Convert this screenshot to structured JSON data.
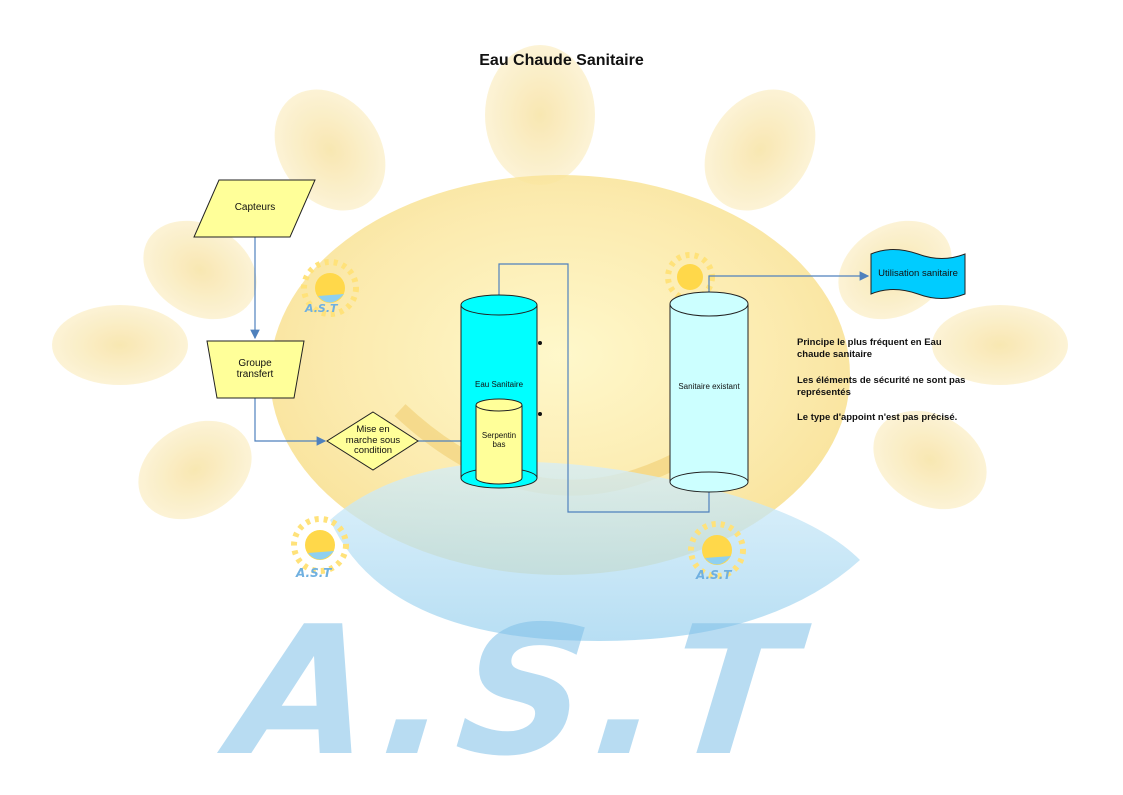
{
  "title": "Eau Chaude Sanitaire",
  "nodes": {
    "capteurs": "Capteurs",
    "groupe_transfert": "Groupe transfert",
    "mise_en_marche": "Mise en marche sous condition",
    "eau_sanitaire": "Eau Sanitaire",
    "serpentin": "Serpentin bas",
    "sanitaire_existant": "Sanitaire existant",
    "utilisation": "Utilisation sanitaire"
  },
  "notes": [
    "Principe le plus fréquent en Eau chaude sanitaire",
    "Les éléments de sécurité ne sont pas représentés",
    "Le type d'appoint n'est pas précisé."
  ],
  "watermark": {
    "logo_text": "A.S.T",
    "small_logo_text": "A.S.T"
  },
  "colors": {
    "yellow_fill": "#ffff99",
    "cyan_tank": "#00ffff",
    "light_tank": "#ccffff",
    "serpentin_fill": "#ffff99",
    "connector": "#4f81bd",
    "utilisation_fill": "#00ccff"
  }
}
